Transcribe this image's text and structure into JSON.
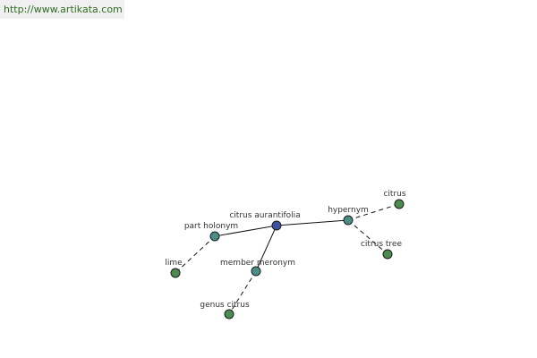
{
  "url": "http://www.artikata.com",
  "colors": {
    "center": "#3f51a0",
    "relation": "#4a8f86",
    "leaf": "#4e8b4e"
  },
  "nodes": {
    "center": {
      "label": "citrus aurantifolia",
      "icon": "center-node"
    },
    "hypernym": {
      "label": "hypernym",
      "icon": "relation-node"
    },
    "part_holonym": {
      "label": "part holonym",
      "icon": "relation-node"
    },
    "member_meronym": {
      "label": "member meronym",
      "icon": "relation-node"
    },
    "citrus": {
      "label": "citrus",
      "icon": "leaf-node"
    },
    "citrus_tree": {
      "label": "citrus tree",
      "icon": "leaf-node"
    },
    "lime": {
      "label": "lime",
      "icon": "leaf-node"
    },
    "genus_citrus": {
      "label": "genus citrus",
      "icon": "leaf-node"
    }
  }
}
